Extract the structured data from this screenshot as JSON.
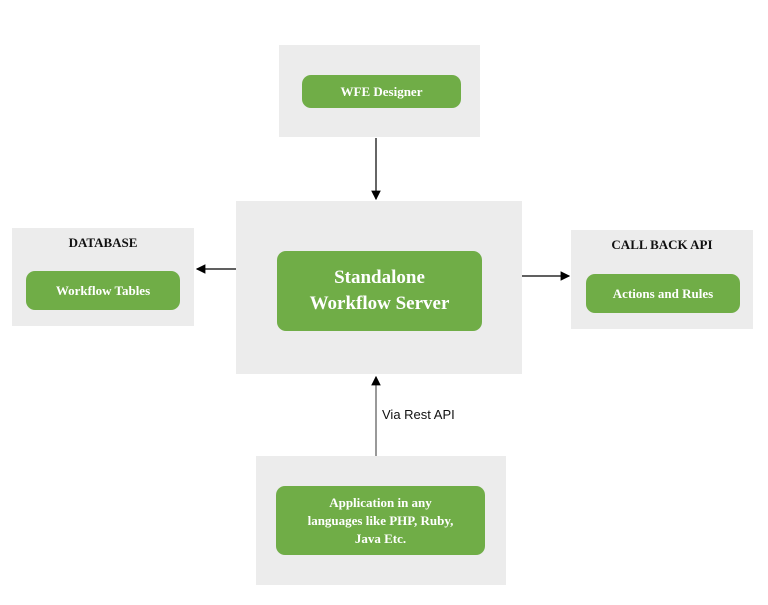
{
  "colors": {
    "node_fill": "#70ad47",
    "panel_fill": "#ececec",
    "node_text": "#ffffff"
  },
  "nodes": {
    "designer": {
      "label": "WFE Designer"
    },
    "server": {
      "label_line1": "Standalone",
      "label_line2": "Workflow Server"
    },
    "database": {
      "title": "DATABASE",
      "label": "Workflow Tables"
    },
    "callback": {
      "title": "CALL BACK API",
      "label": "Actions and Rules"
    },
    "application": {
      "label_line1": "Application in any",
      "label_line2": "languages like PHP, Ruby,",
      "label_line3": "Java Etc."
    }
  },
  "edges": [
    {
      "from": "designer",
      "to": "server"
    },
    {
      "from": "server",
      "to": "database"
    },
    {
      "from": "server",
      "to": "callback"
    },
    {
      "from": "application",
      "to": "server",
      "label": "Via Rest API"
    }
  ]
}
